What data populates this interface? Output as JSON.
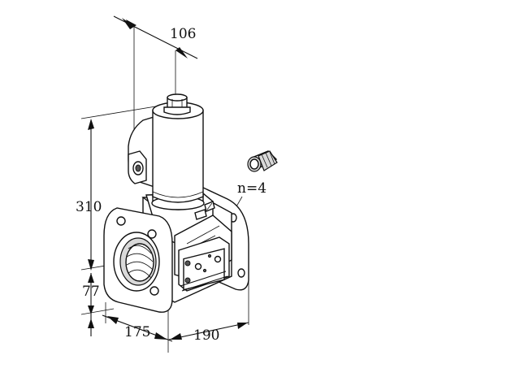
{
  "dimensions": {
    "top_width": "106",
    "height": "310",
    "base_height": "77",
    "depth": "175",
    "length": "190",
    "flange_holes": "n=4"
  },
  "icons": {
    "valve": "solenoid-valve-icon",
    "plug": "cable-gland-connector-icon"
  }
}
